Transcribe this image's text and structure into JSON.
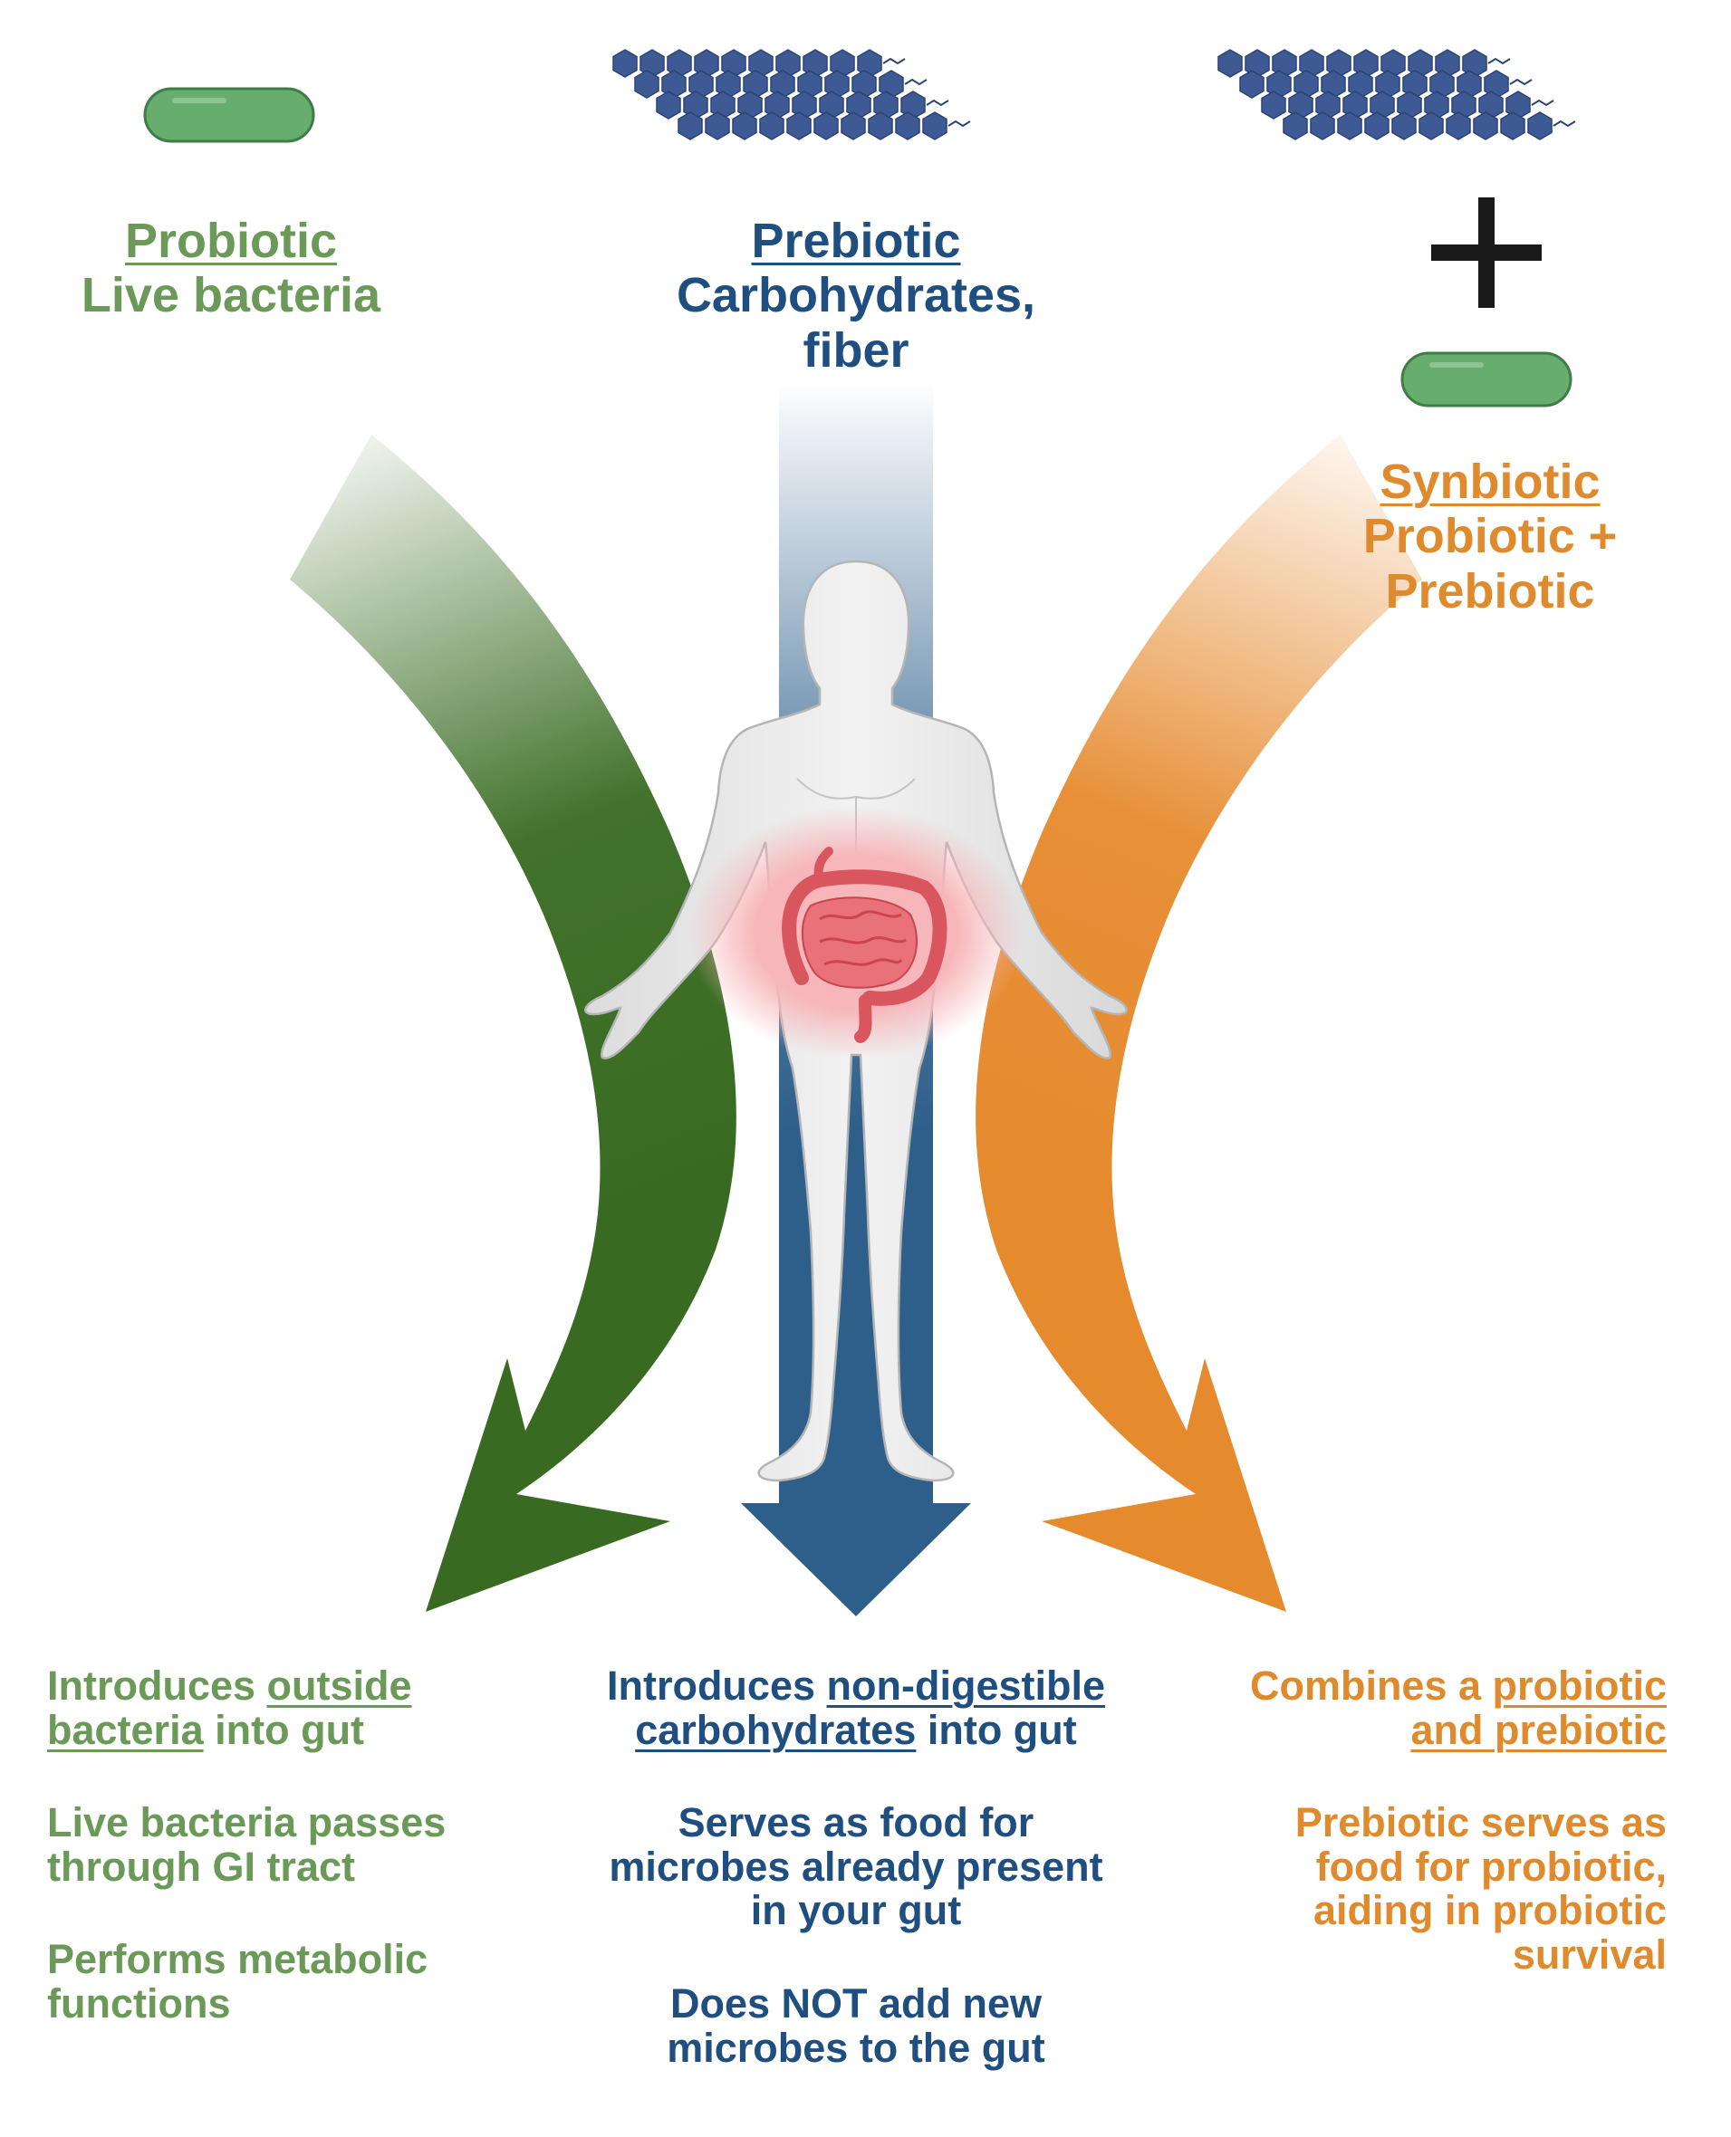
{
  "probiotic": {
    "title": "Probiotic",
    "subtitle": "Live bacteria",
    "desc": [
      {
        "a": "Introduces ",
        "u": "outside bacteria",
        "c": " into gut"
      },
      {
        "a": "Live bacteria passes through GI tract"
      },
      {
        "a": "Performs metabolic functions"
      }
    ]
  },
  "prebiotic": {
    "title": "Prebiotic",
    "subtitle_line1": "Carbohydrates,",
    "subtitle_line2": "fiber",
    "desc": [
      {
        "a": "Introduces ",
        "u": "non-digestible carbohydrates",
        "c": " into gut"
      },
      {
        "a": "Serves as food for microbes already present in your gut"
      },
      {
        "a": "Does NOT add new microbes to the gut"
      }
    ]
  },
  "synbiotic": {
    "title": "Synbiotic",
    "subtitle_line1": "Probiotic +",
    "subtitle_line2": "Prebiotic",
    "plus_sign": "+",
    "desc": [
      {
        "a": "Combines a ",
        "u": "probiotic and prebiotic"
      },
      {
        "a": "Prebiotic serves as food for probiotic, aiding in probiotic survival"
      }
    ]
  },
  "colors": {
    "green": "#6b9a58",
    "green_arrow": "#386b21",
    "blue": "#1f4e80",
    "blue_arrow": "#2e5f8a",
    "orange": "#e08a2e",
    "orange_arrow": "#e68a2e",
    "bacteria": "#66ad6e",
    "hexagon": "#3e5a95",
    "gut": "#e0626b"
  },
  "icons": [
    "bacteria-pill-icon",
    "fiber-chain-icon",
    "human-body-icon",
    "intestine-icon",
    "plus-icon"
  ]
}
